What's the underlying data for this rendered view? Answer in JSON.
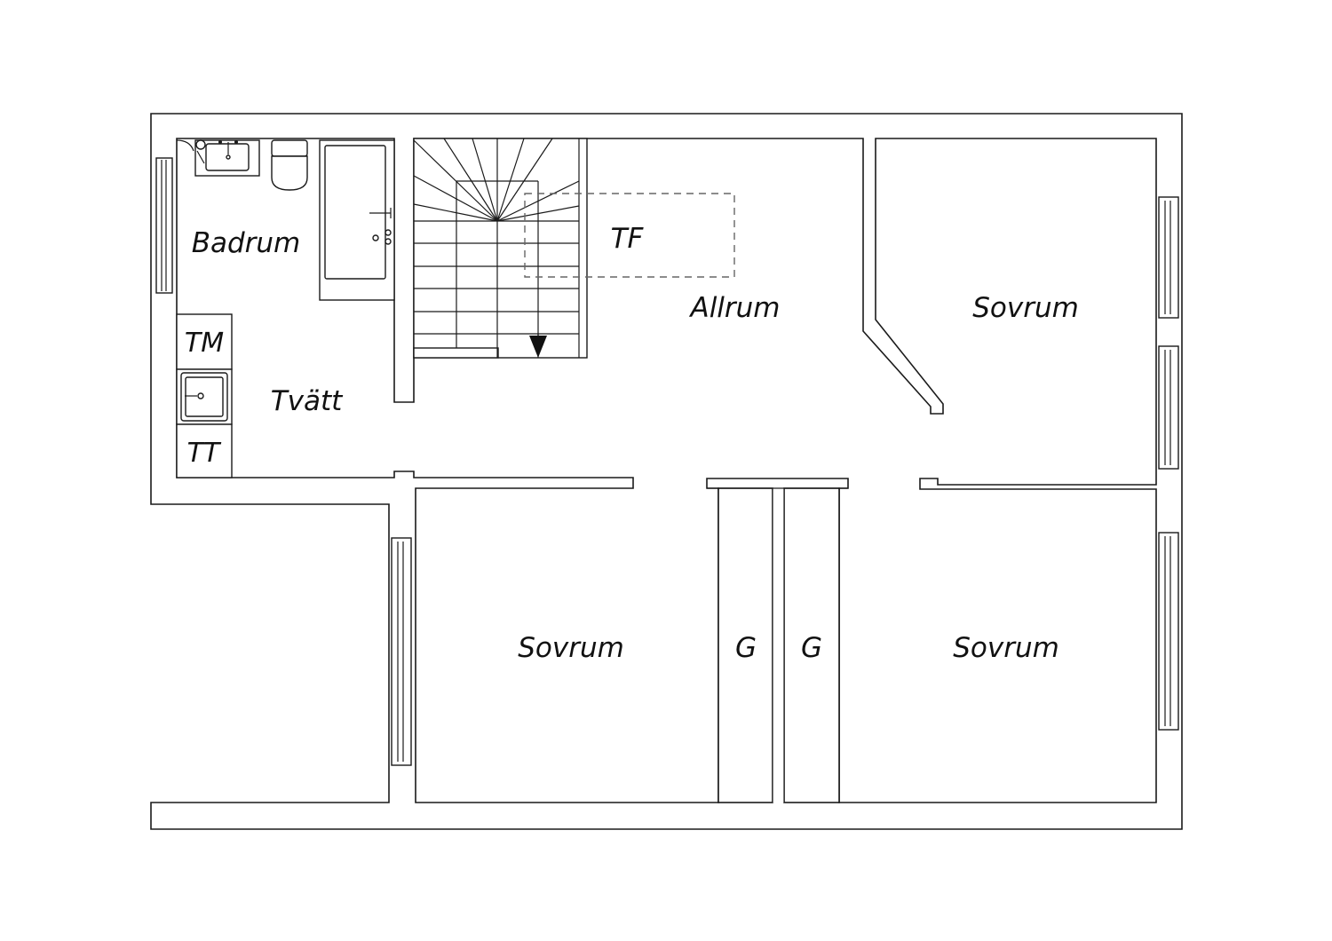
{
  "rooms": {
    "badrum": "Badrum",
    "tvatt": "Tvätt",
    "tm": "TM",
    "tt": "TT",
    "tf": "TF",
    "allrum": "Allrum",
    "sovrum_ne": "Sovrum",
    "sovrum_sw": "Sovrum",
    "sovrum_se": "Sovrum",
    "g1": "G",
    "g2": "G"
  },
  "colors": {
    "line": "#1a1a1a",
    "background": "#ffffff",
    "dashed": "#666666"
  }
}
